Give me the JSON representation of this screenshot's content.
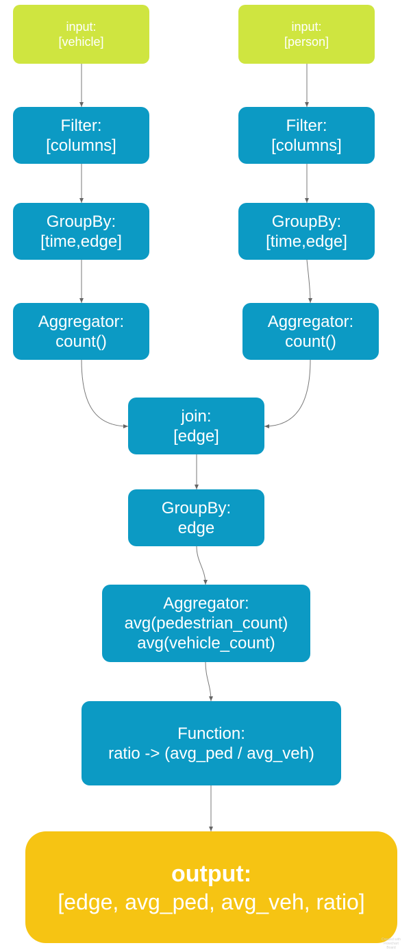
{
  "nodes": {
    "input_vehicle": [
      "input:",
      "[vehicle]"
    ],
    "input_person": [
      "input:",
      "[person]"
    ],
    "filter_left": [
      "Filter:",
      "[columns]"
    ],
    "filter_right": [
      "Filter:",
      "[columns]"
    ],
    "groupby_left": [
      "GroupBy:",
      "[time,edge]"
    ],
    "groupby_right": [
      "GroupBy:",
      "[time,edge]"
    ],
    "aggregator_left": [
      "Aggregator:",
      "count()"
    ],
    "aggregator_right": [
      "Aggregator:",
      "count()"
    ],
    "join": [
      "join:",
      "[edge]"
    ],
    "groupby_edge": [
      "GroupBy:",
      "edge"
    ],
    "aggregator_avg": [
      "Aggregator:",
      "avg(pedestrian_count)",
      "avg(vehicle_count)"
    ],
    "function": [
      "Function:",
      "ratio -> (avg_ped / avg_veh)"
    ],
    "output": [
      "output:",
      "[edge, avg_ped, avg_veh, ratio]"
    ]
  },
  "watermark": [
    "Created with",
    "Flowchart",
    "Board"
  ],
  "colors": {
    "input": "#cfe540",
    "operation": "#0c9ac4",
    "output": "#f6c413",
    "edge": "#666666"
  }
}
